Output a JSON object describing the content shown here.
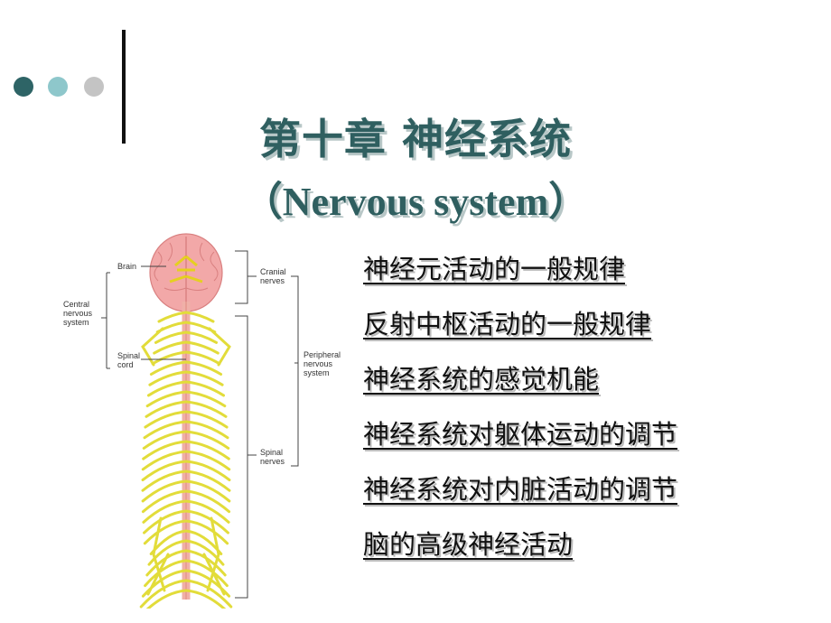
{
  "dots": [
    {
      "name": "dark-teal-dot",
      "color": "#2e6466"
    },
    {
      "name": "light-teal-dot",
      "color": "#8ec7cb"
    },
    {
      "name": "gray-dot",
      "color": "#c4c4c4"
    }
  ],
  "title": {
    "chinese": "第十章  神经系统",
    "english": "（Nervous system）"
  },
  "diagram": {
    "labels": {
      "brain": "Brain",
      "cns_1": "Central",
      "cns_2": "nervous",
      "cns_3": "system",
      "spinal_1": "Spinal",
      "spinal_2": "cord",
      "cranial_1": "Cranial",
      "cranial_2": "nerves",
      "pns_1": "Peripheral",
      "pns_2": "nervous",
      "pns_3": "system",
      "spn_1": "Spinal",
      "spn_2": "nerves"
    }
  },
  "links": [
    "神经元活动的一般规律",
    "反射中枢活动的一般规律",
    "神经系统的感觉机能",
    "神经系统对躯体运动的调节",
    "神经系统对内脏活动的调节",
    "脑的高级神经活动"
  ]
}
